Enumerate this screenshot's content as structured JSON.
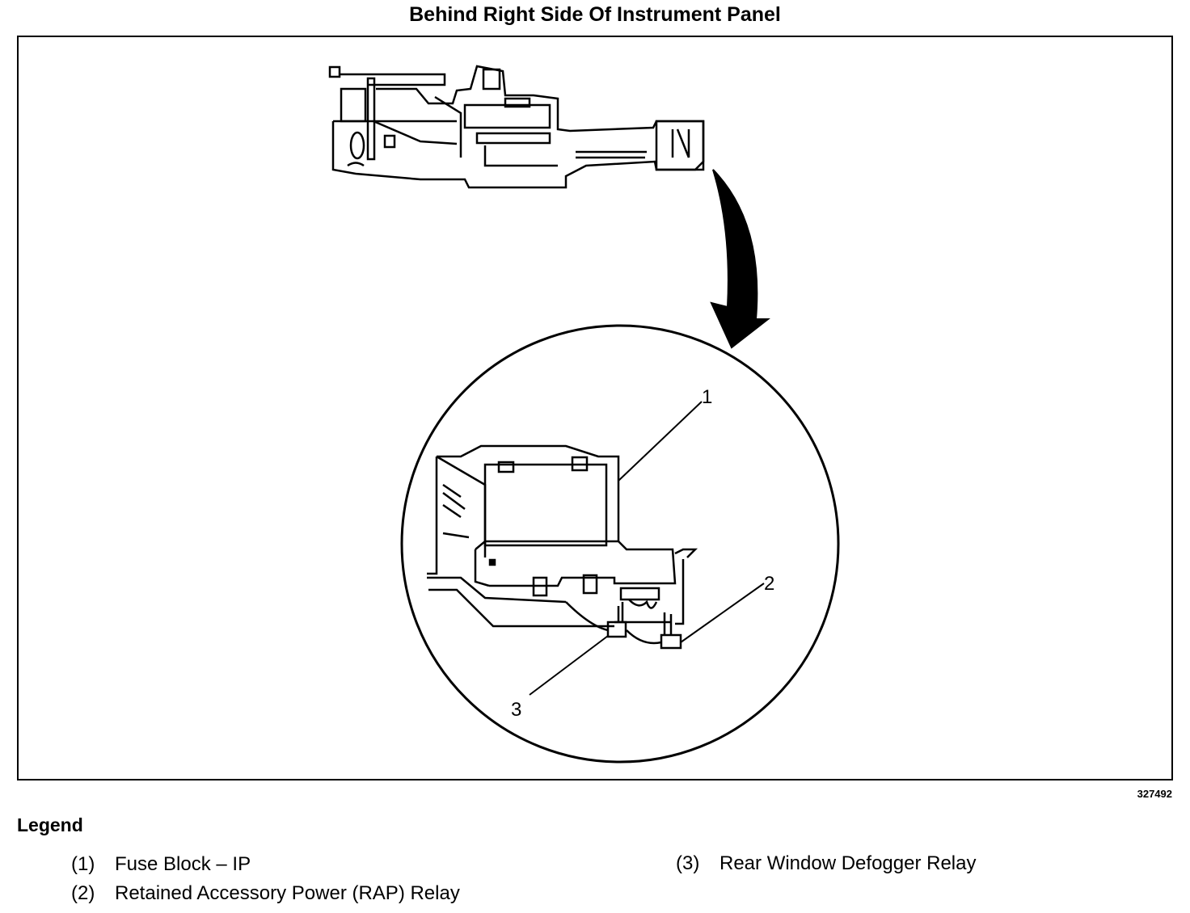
{
  "title": "Behind Right Side Of Instrument Panel",
  "figure_id": "327492",
  "legend": {
    "heading": "Legend",
    "items": [
      {
        "num": "(1)",
        "label": "Fuse Block – IP"
      },
      {
        "num": "(2)",
        "label": "Retained Accessory Power (RAP) Relay"
      },
      {
        "num": "(3)",
        "label": "Rear Window Defogger Relay"
      }
    ]
  },
  "callouts": [
    "1",
    "2",
    "3"
  ]
}
